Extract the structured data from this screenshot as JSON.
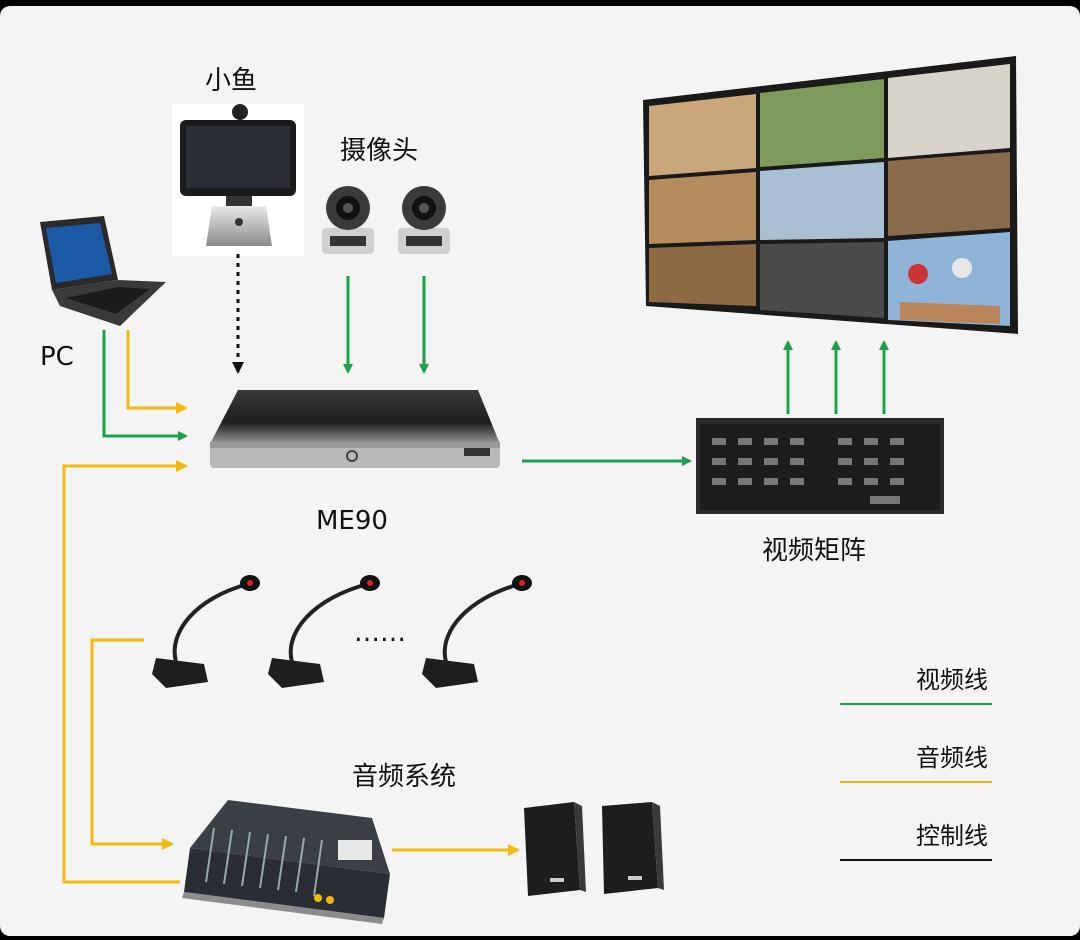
{
  "nodes": {
    "xiaoyu": "小鱼",
    "camera": "摄像头",
    "pc": "PC",
    "me90": "ME90",
    "matrix": "视频矩阵",
    "audio": "音频系统",
    "dots": "……"
  },
  "legend": {
    "video": "视频线",
    "audio": "音频线",
    "control": "控制线"
  },
  "colors": {
    "video": "#1aa34a",
    "audio": "#f2b90f",
    "control": "#111111"
  }
}
